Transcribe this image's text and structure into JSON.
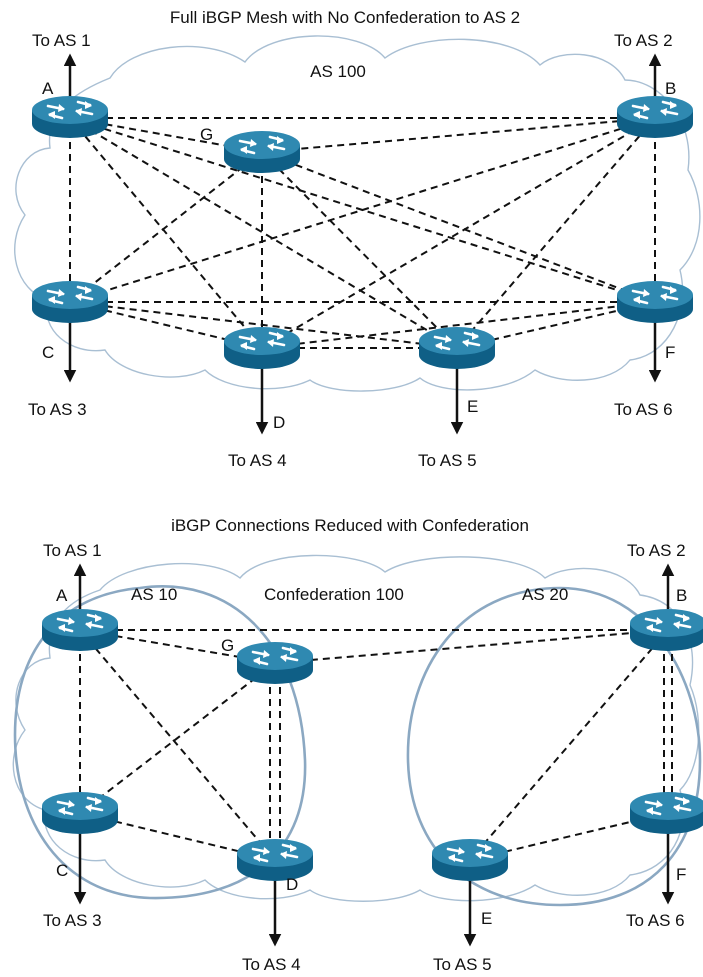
{
  "top": {
    "title": "Full iBGP Mesh with No Confederation to AS 2",
    "as_label": "AS 100",
    "routers": {
      "A": "A",
      "B": "B",
      "C": "C",
      "D": "D",
      "E": "E",
      "F": "F",
      "G": "G"
    },
    "ext": {
      "as1": "To AS 1",
      "as2": "To AS 2",
      "as3": "To AS 3",
      "as4": "To AS 4",
      "as5": "To AS 5",
      "as6": "To AS 6"
    }
  },
  "bottom": {
    "title": "iBGP Connections Reduced with Confederation",
    "as10": "AS 10",
    "confed": "Confederation 100",
    "as20": "AS 20",
    "routers": {
      "A": "A",
      "B": "B",
      "C": "C",
      "D": "D",
      "E": "E",
      "F": "F",
      "G": "G"
    },
    "ext": {
      "as1": "To AS 1",
      "as2": "To AS 2",
      "as3": "To AS 3",
      "as4": "To AS 4",
      "as5": "To AS 5",
      "as6": "To AS 6"
    }
  },
  "colors": {
    "router_top": "#2f89b1",
    "router_body": "#0f5f86",
    "cloud": "#a9bfd3",
    "ring": "#8ba8c2"
  }
}
